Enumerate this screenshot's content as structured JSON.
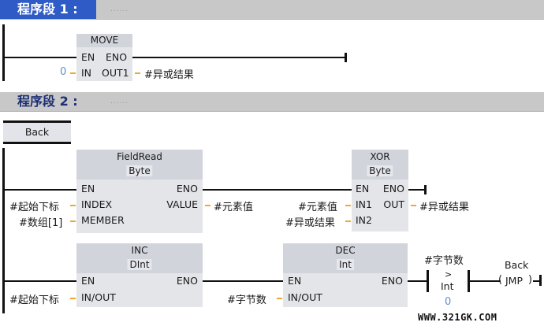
{
  "networks": [
    {
      "title": "程序段 1 :",
      "comment": "......",
      "blocks": {
        "move": {
          "name": "MOVE",
          "pins": {
            "en": "EN",
            "eno": "ENO",
            "in": "IN",
            "out1": "OUT1"
          },
          "in_value": "0",
          "out1_operand": "#异或结果"
        }
      }
    },
    {
      "title": "程序段 2 :",
      "comment": "......",
      "label": "Back",
      "blocks": {
        "fieldread": {
          "name": "FieldRead",
          "type": "Byte",
          "pins": {
            "en": "EN",
            "eno": "ENO",
            "index": "INDEX",
            "value": "VALUE",
            "member": "MEMBER"
          },
          "index_operand": "#起始下标",
          "member_operand": "#数组[1]",
          "value_operand": "#元素值"
        },
        "xor": {
          "name": "XOR",
          "type": "Byte",
          "pins": {
            "en": "EN",
            "eno": "ENO",
            "in1": "IN1",
            "out": "OUT",
            "in2": "IN2"
          },
          "in1_operand": "#元素值",
          "in2_operand": "#异或结果",
          "out_operand": "#异或结果"
        },
        "inc": {
          "name": "INC",
          "type": "DInt",
          "pins": {
            "en": "EN",
            "eno": "ENO",
            "inout": "IN/OUT"
          },
          "inout_operand": "#起始下标"
        },
        "dec": {
          "name": "DEC",
          "type": "Int",
          "pins": {
            "en": "EN",
            "eno": "ENO",
            "inout": "IN/OUT"
          },
          "inout_operand": "#字节数"
        },
        "compare": {
          "operand_top": "#字节数",
          "operator": ">",
          "type": "Int",
          "operand_bottom": "0"
        },
        "jump": {
          "target": "Back",
          "coil": "JMP"
        }
      }
    }
  ],
  "watermark": "WWW.321GK.COM",
  "colors": {
    "network1_title_bg": "#2f5bc6",
    "network2_title_text": "#1c2f74",
    "pin_tick": "#f0a830",
    "constant": "#5f8fd0",
    "box_bg": "#e4e5e9"
  }
}
